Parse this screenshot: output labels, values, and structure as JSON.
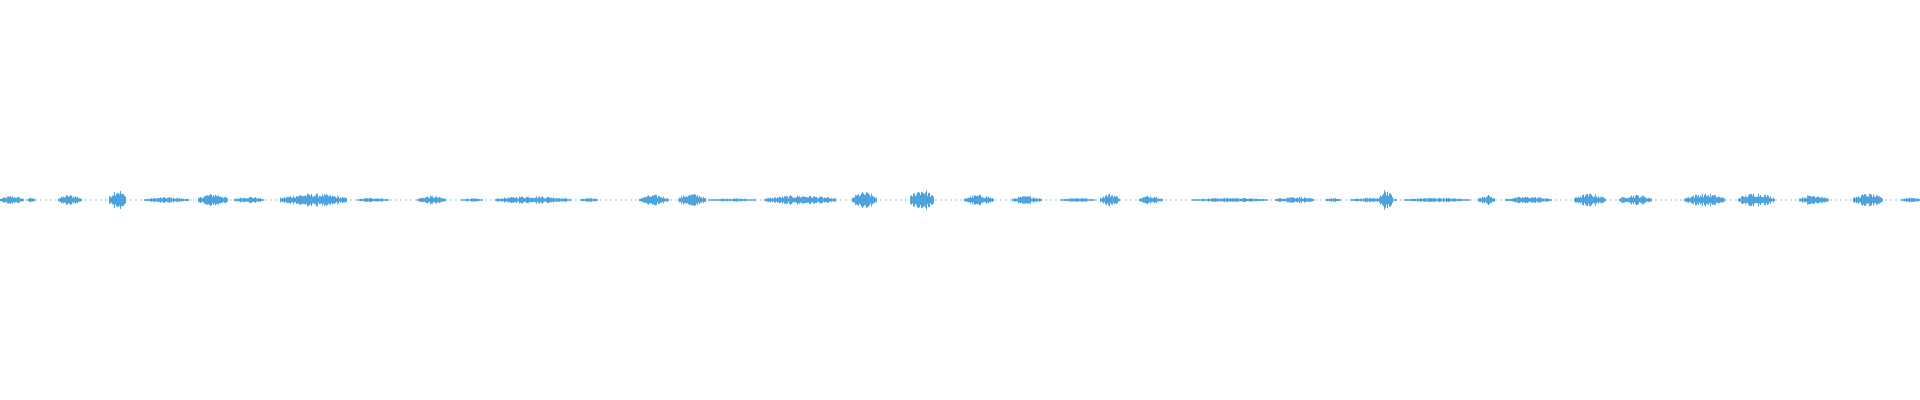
{
  "waveform": {
    "color": "#4da3de",
    "segments": [
      {
        "start": 0.0,
        "end": 0.012,
        "level": 0.35
      },
      {
        "start": 0.014,
        "end": 0.018,
        "level": 0.2
      },
      {
        "start": 0.03,
        "end": 0.042,
        "level": 0.45
      },
      {
        "start": 0.057,
        "end": 0.065,
        "level": 0.95
      },
      {
        "start": 0.075,
        "end": 0.098,
        "level": 0.25
      },
      {
        "start": 0.103,
        "end": 0.118,
        "level": 0.55
      },
      {
        "start": 0.122,
        "end": 0.137,
        "level": 0.3
      },
      {
        "start": 0.146,
        "end": 0.18,
        "level": 0.55
      },
      {
        "start": 0.186,
        "end": 0.202,
        "level": 0.2
      },
      {
        "start": 0.217,
        "end": 0.232,
        "level": 0.35
      },
      {
        "start": 0.24,
        "end": 0.251,
        "level": 0.15
      },
      {
        "start": 0.258,
        "end": 0.297,
        "level": 0.35
      },
      {
        "start": 0.302,
        "end": 0.311,
        "level": 0.2
      },
      {
        "start": 0.333,
        "end": 0.348,
        "level": 0.45
      },
      {
        "start": 0.353,
        "end": 0.367,
        "level": 0.55
      },
      {
        "start": 0.369,
        "end": 0.393,
        "level": 0.15
      },
      {
        "start": 0.398,
        "end": 0.435,
        "level": 0.4
      },
      {
        "start": 0.444,
        "end": 0.456,
        "level": 0.7
      },
      {
        "start": 0.474,
        "end": 0.486,
        "level": 0.95
      },
      {
        "start": 0.502,
        "end": 0.517,
        "level": 0.45
      },
      {
        "start": 0.527,
        "end": 0.542,
        "level": 0.35
      },
      {
        "start": 0.552,
        "end": 0.57,
        "level": 0.2
      },
      {
        "start": 0.573,
        "end": 0.583,
        "level": 0.55
      },
      {
        "start": 0.593,
        "end": 0.605,
        "level": 0.4
      },
      {
        "start": 0.621,
        "end": 0.66,
        "level": 0.2
      },
      {
        "start": 0.664,
        "end": 0.684,
        "level": 0.3
      },
      {
        "start": 0.69,
        "end": 0.698,
        "level": 0.2
      },
      {
        "start": 0.703,
        "end": 0.727,
        "level": 0.2
      },
      {
        "start": 0.718,
        "end": 0.725,
        "level": 0.95
      },
      {
        "start": 0.731,
        "end": 0.765,
        "level": 0.2
      },
      {
        "start": 0.77,
        "end": 0.778,
        "level": 0.45
      },
      {
        "start": 0.784,
        "end": 0.808,
        "level": 0.3
      },
      {
        "start": 0.82,
        "end": 0.836,
        "level": 0.55
      },
      {
        "start": 0.843,
        "end": 0.86,
        "level": 0.45
      },
      {
        "start": 0.877,
        "end": 0.898,
        "level": 0.55
      },
      {
        "start": 0.905,
        "end": 0.924,
        "level": 0.6
      },
      {
        "start": 0.937,
        "end": 0.952,
        "level": 0.45
      },
      {
        "start": 0.965,
        "end": 0.98,
        "level": 0.55
      },
      {
        "start": 0.99,
        "end": 1.0,
        "level": 0.25
      }
    ]
  }
}
